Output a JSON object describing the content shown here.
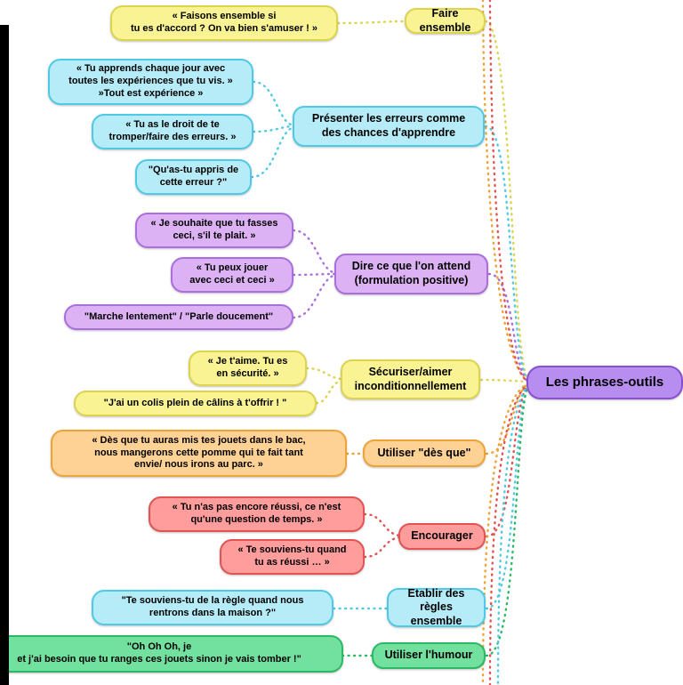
{
  "main_node": {
    "label": "Les phrases-outils"
  },
  "branches": [
    {
      "label": "Faire ensemble",
      "quotes": [
        "« Faisons ensemble si\ntu es d'accord ? On va bien s'amuser ! »"
      ]
    },
    {
      "label": "Présenter les erreurs comme\ndes chances d'apprendre",
      "quotes": [
        "« Tu apprends chaque jour avec\ntoutes les expériences que tu vis. »\n»Tout est expérience »",
        "« Tu as le droit de te\ntromper/faire des erreurs. »",
        "\"Qu'as-tu appris de\ncette erreur ?\""
      ]
    },
    {
      "label": "Dire ce que l'on attend\n(formulation positive)",
      "quotes": [
        "« Je souhaite que tu fasses\nceci, s'il te plait. »",
        "« Tu peux jouer\navec ceci et ceci »",
        "\"Marche lentement\" / \"Parle doucement\""
      ]
    },
    {
      "label": "Sécuriser/aimer\ninconditionnellement",
      "quotes": [
        "« Je t'aime. Tu es\nen sécurité. »",
        "\"J'ai un colis plein de câlins à t'offrir ! \""
      ]
    },
    {
      "label": "Utiliser \"dès que\"",
      "quotes": [
        "« Dès que tu auras mis tes jouets dans le bac,\nnous mangerons cette pomme qui te fait tant\nenvie/ nous irons au parc. »"
      ]
    },
    {
      "label": "Encourager",
      "quotes": [
        "« Tu n'as pas encore réussi, ce n'est\nqu'une question de temps. »",
        "« Te souviens-tu quand\ntu as réussi … »"
      ]
    },
    {
      "label": "Etablir des\nrègles ensemble",
      "quotes": [
        "\"Te souviens-tu de la règle quand nous\nrentrons dans la maison ?\""
      ]
    },
    {
      "label": "Utiliser l'humour",
      "quotes": [
        "\"Oh Oh Oh, je\net j'ai besoin que tu ranges ces jouets sinon je vais tomber !\""
      ]
    }
  ],
  "palette": {
    "yellow": "#f9f393",
    "yellow_border": "#ddd44e",
    "cyan": "#b5ecf8",
    "cyan_border": "#4ec9e6",
    "purple": "#dcb2f5",
    "purple_border": "#a96fdd",
    "orange": "#fed194",
    "orange_border": "#eda335",
    "red": "#ff9d9d",
    "red_border": "#e25353",
    "green": "#72e09e",
    "green_border": "#2cb966",
    "main": "#b88df0",
    "main_border": "#8950d0"
  }
}
